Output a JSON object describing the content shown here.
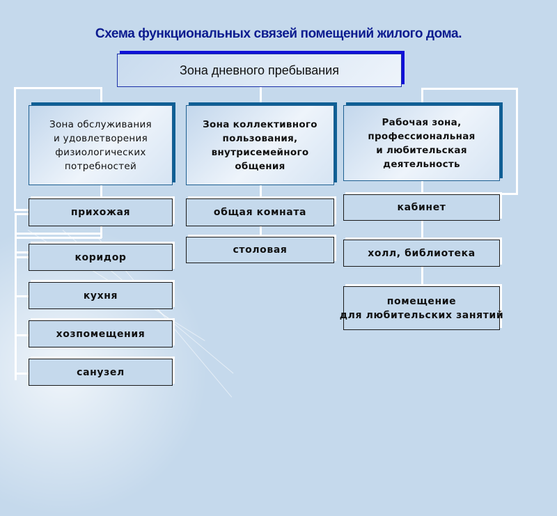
{
  "title": "Схема функциональных связей помещений жилого дома.",
  "root": {
    "label": "Зона дневного пребывания"
  },
  "zones": [
    {
      "id": "service",
      "label_lines": [
        "Зона обслуживания",
        "и удовлетворения",
        "физиологических",
        "потребностей"
      ],
      "rooms": [
        "прихожая",
        "коридор",
        "кухня",
        "хозпомещения",
        "санузел"
      ]
    },
    {
      "id": "collective",
      "label_lines": [
        "Зона коллективного",
        "пользования,",
        "внутрисемейного",
        "общения"
      ],
      "rooms": [
        "общая комната",
        "столовая"
      ]
    },
    {
      "id": "work",
      "label_lines": [
        "Рабочая зона,",
        "профессиональная",
        "и любительская",
        "деятельность"
      ],
      "rooms": [
        "кабинет",
        "холл, библиотека",
        "помещение\nдля любительских занятий"
      ],
      "room_lines": {
        "2": [
          "помещение",
          "для любительских занятий"
        ]
      }
    }
  ],
  "colors": {
    "background": "#c5d9ec",
    "title": "#0b1b8f",
    "root_shadow": "#1010d8",
    "zone_shadow": "#0f5f95",
    "connector": "#ffffff"
  }
}
